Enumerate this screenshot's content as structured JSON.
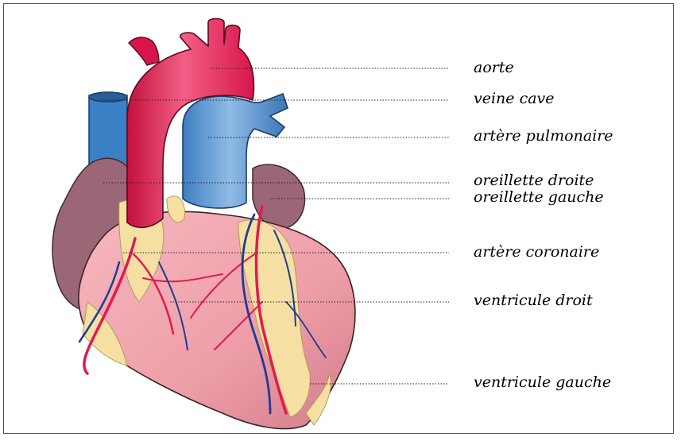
{
  "labels": [
    {
      "id": "aorta",
      "text": "aorte"
    },
    {
      "id": "vena-cava",
      "text": "veine cave"
    },
    {
      "id": "pulmonary-artery",
      "text": "artère pulmonaire"
    },
    {
      "id": "right-atrium",
      "text": "oreillette droite"
    },
    {
      "id": "left-atrium",
      "text": "oreillette gauche"
    },
    {
      "id": "coronary-artery",
      "text": "artère coronaire"
    },
    {
      "id": "right-ventricle",
      "text": "ventricule droit"
    },
    {
      "id": "left-ventricle",
      "text": "ventricule gauche"
    }
  ],
  "colors": {
    "aorta": "#e01a4f",
    "vena_cava": "#3b7fc4",
    "atrium": "#9b6777",
    "ventricle": "#f0a5ae",
    "fat": "#f6dfa3",
    "vein": "#1f3d8f"
  }
}
